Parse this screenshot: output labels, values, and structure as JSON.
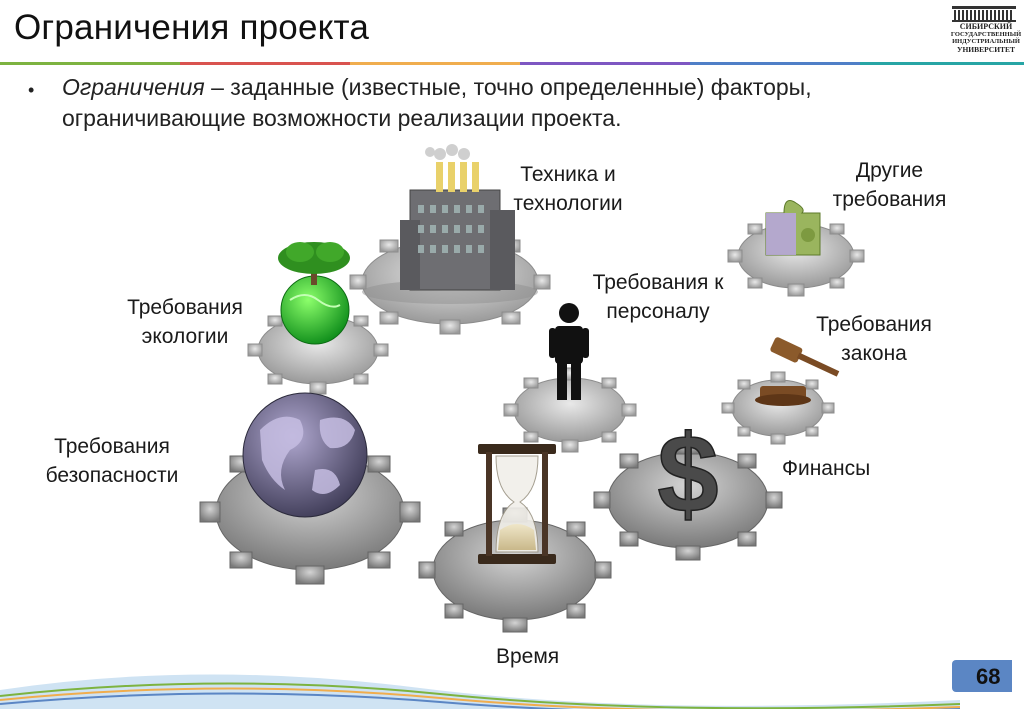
{
  "slide": {
    "title": "Ограничения проекта",
    "bullet": {
      "term": "Ограничения",
      "text": " – заданные (известные, точно определенные) факторы, ограничивающие возможности реализации проекта."
    },
    "page_number": "68"
  },
  "logo": {
    "lines": [
      "СИБИРСКИЙ",
      "ГОСУДАРСТВЕННЫЙ",
      "ИНДУСТРИАЛЬНЫЙ",
      "УНИВЕРСИТЕТ"
    ]
  },
  "diagram": {
    "labels": {
      "technology": "Техника и технологии",
      "other": "Другие требования",
      "ecology": "Требования экологии",
      "personnel": "Требования к персоналу",
      "law": "Требования закона",
      "safety": "Требования безопасности",
      "finance": "Финансы",
      "time": "Время"
    },
    "icons": [
      "factory-icon",
      "puzzle-icon",
      "tree-globe-icon",
      "person-icon",
      "gavel-icon",
      "globe-icon",
      "dollar-icon",
      "hourglass-icon"
    ]
  },
  "colors": {
    "stripes": [
      "#7db340",
      "#d9534f",
      "#f0ad4e",
      "#7e57c2",
      "#4f7fc7",
      "#27a5a5"
    ],
    "accent": "#5b86c4",
    "gear": "#b8b8b8"
  }
}
